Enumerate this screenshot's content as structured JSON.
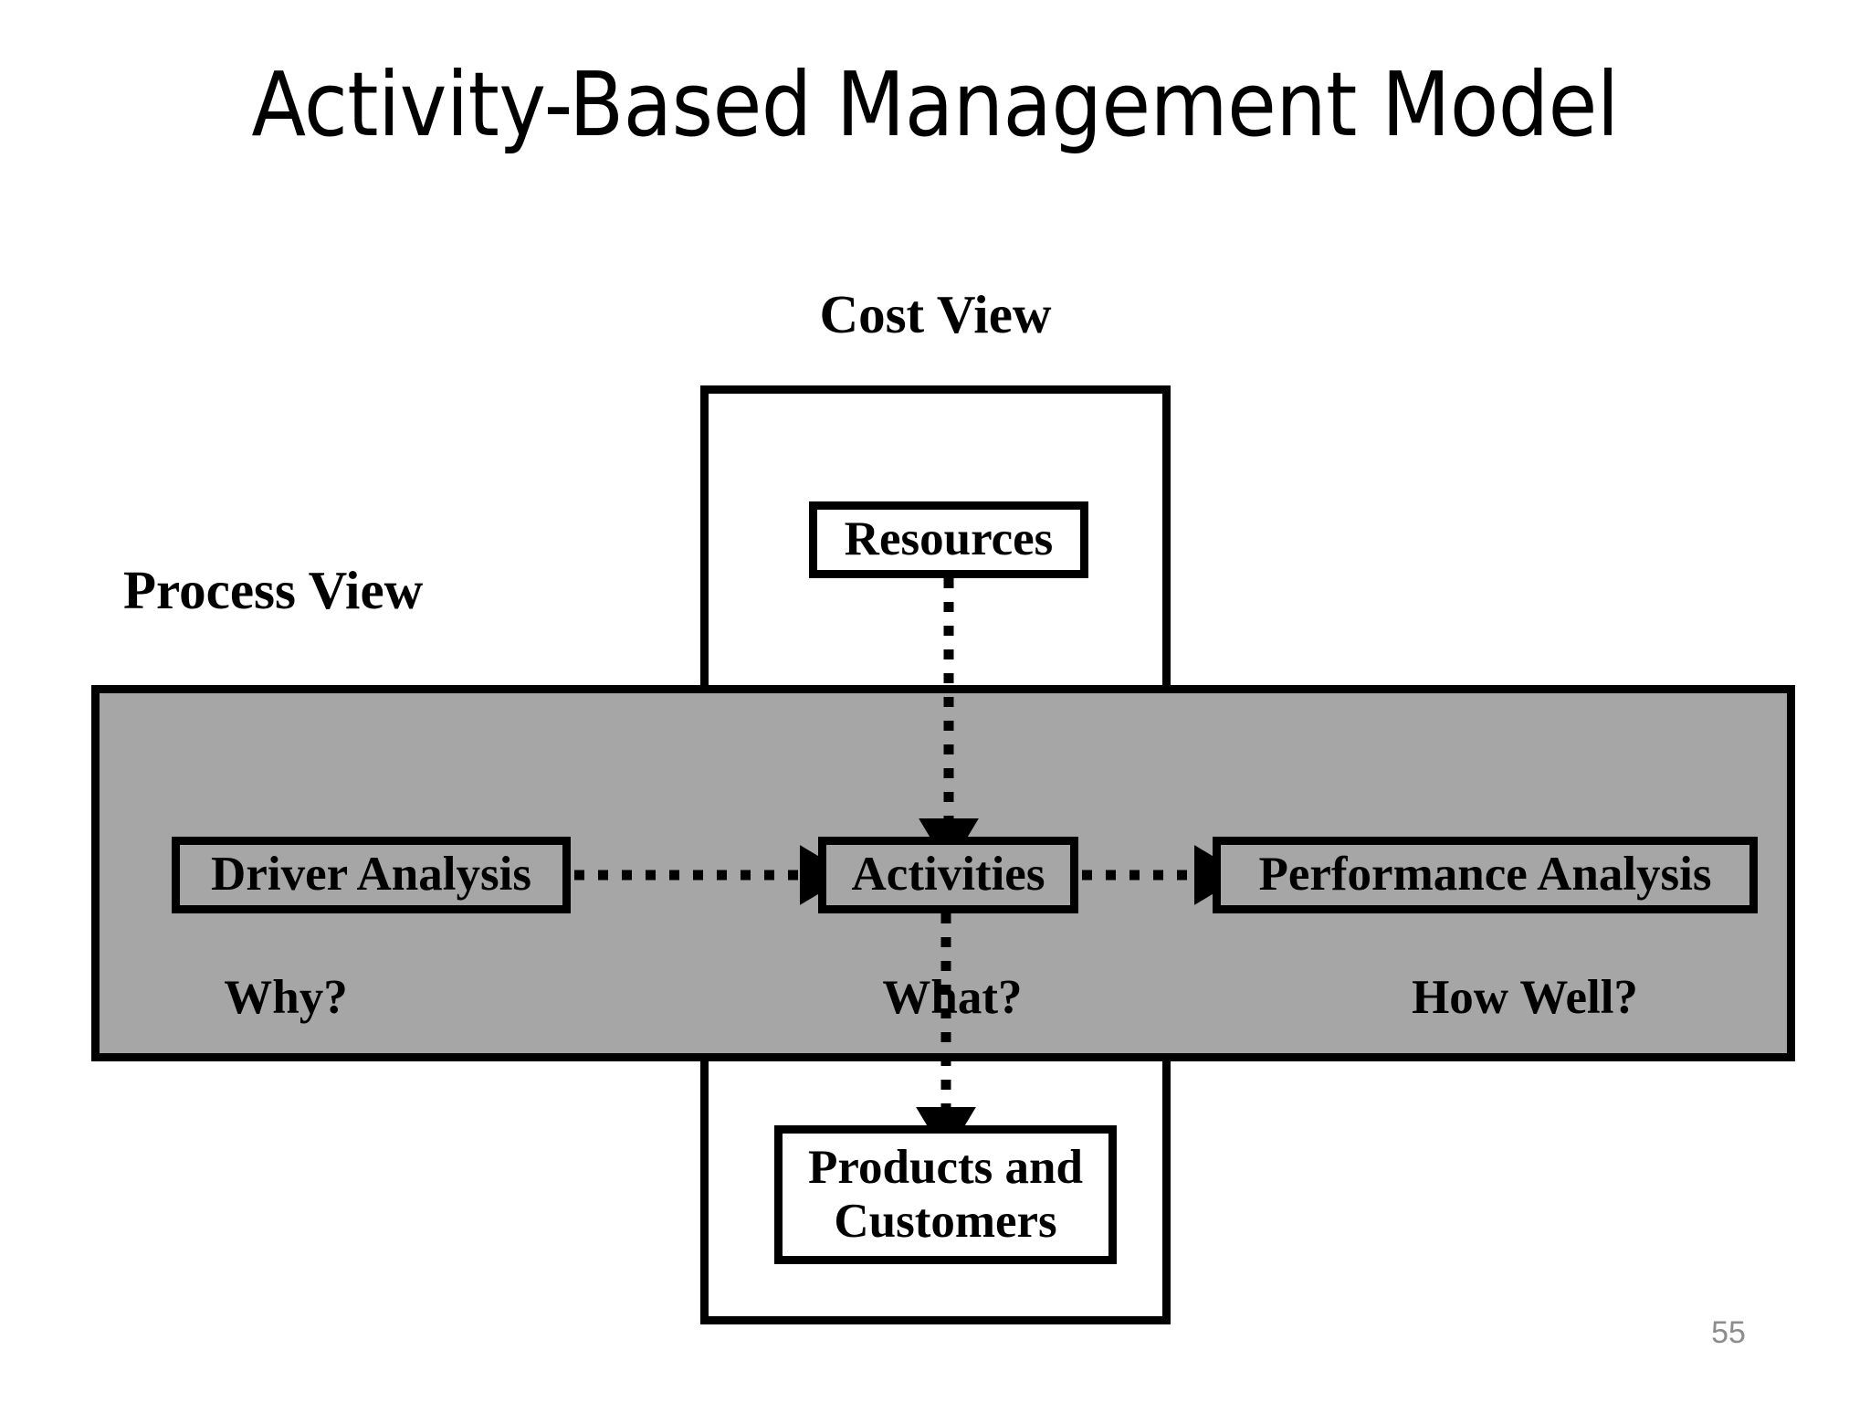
{
  "slide": {
    "title": "Activity-Based Management Model",
    "page_number": "55",
    "background_color": "#FFFFFF",
    "band_fill_color": "#A6A6A6",
    "line_color": "#000000",
    "page_number_color": "#8C8C8C"
  },
  "captions": {
    "cost_view": "Cost View",
    "process_view": "Process View"
  },
  "nodes": {
    "resources": "Resources",
    "activities": "Activities",
    "driver_analysis": "Driver Analysis",
    "performance_analysis": "Performance Analysis",
    "products_and_customers_line1": "Products and",
    "products_and_customers_line2": "Customers"
  },
  "questions": {
    "why": "Why?",
    "what": "What?",
    "how_well": "How Well?"
  },
  "chart_data": {
    "type": "diagram",
    "title": "Activity-Based Management Model",
    "axes": [
      {
        "name": "Cost View",
        "orientation": "vertical",
        "nodes": [
          "Resources",
          "Activities",
          "Products and Customers"
        ]
      },
      {
        "name": "Process View",
        "orientation": "horizontal",
        "nodes": [
          "Driver Analysis",
          "Activities",
          "Performance Analysis"
        ],
        "annotations": [
          "Why?",
          "What?",
          "How Well?"
        ]
      }
    ],
    "edges": [
      {
        "from": "Resources",
        "to": "Activities",
        "style": "dotted",
        "arrow": "filled-triangle",
        "direction": "down"
      },
      {
        "from": "Activities",
        "to": "Products and Customers",
        "style": "dotted",
        "arrow": "filled-triangle",
        "direction": "down"
      },
      {
        "from": "Driver Analysis",
        "to": "Activities",
        "style": "dotted",
        "arrow": "filled-triangle",
        "direction": "right"
      },
      {
        "from": "Activities",
        "to": "Performance Analysis",
        "style": "dotted",
        "arrow": "filled-triangle",
        "direction": "right"
      }
    ]
  }
}
